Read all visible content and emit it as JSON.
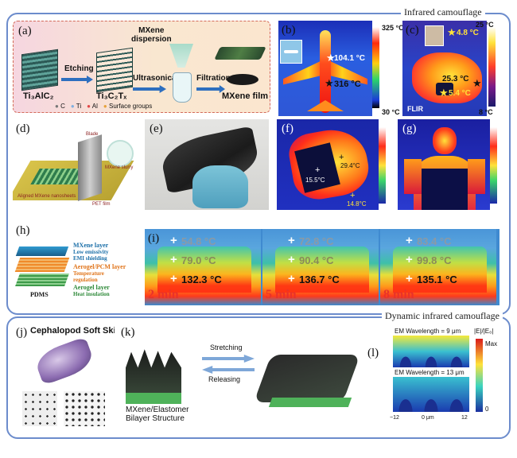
{
  "top_section": {
    "title": "Infrared camouflage"
  },
  "bottom_section": {
    "title": "Dynamic infrared camouflage"
  },
  "panels": {
    "a": {
      "label": "(a)",
      "mxene_dispersion": "MXene\ndispersion",
      "ti3alc2": "Ti₃AlC₂",
      "etching": "Etching",
      "ti3c2tx": "Ti₃C₂Tₓ",
      "ultrasonication": "Ultrasonication",
      "filtration": "Filtration",
      "film": "MXene film",
      "legend": [
        "C",
        "Ti",
        "Al",
        "Surface groups"
      ]
    },
    "b": {
      "label": "(b)",
      "hot1": "104.1 °C",
      "hot2": "316 °C",
      "max": "325 °C",
      "min": "30 °C"
    },
    "c": {
      "label": "(c)",
      "t1": "4.8 °C",
      "t2": "25.3 °C",
      "t3": "5.4 °C",
      "max": "25 °C",
      "min": "8 °C",
      "brand": "FLIR"
    },
    "d": {
      "label": "(d)",
      "blade": "Blade",
      "slurry": "MXene slurry",
      "aligned": "Aligned MXene nanosheets",
      "film": "PET film"
    },
    "e": {
      "label": "(e)"
    },
    "f": {
      "label": "(f)",
      "t1": "15.5°C",
      "t2": "29.4°C",
      "t3": "14.8°C"
    },
    "g": {
      "label": "(g)"
    },
    "h": {
      "label": "(h)",
      "mxene_layer": "MXene layer",
      "low_em": "Low emissivity",
      "emi": "EMI shielding",
      "pcm_layer": "Aerogel/PCM layer",
      "temp": "Temperature",
      "reg": "regulation",
      "aerogel_layer": "Aerogel layer",
      "heat": "Heat insulation",
      "pdms": "PDMS"
    },
    "i": {
      "label": "(i)",
      "frames": [
        {
          "t1": "54.8 °C",
          "t2": "79.0 °C",
          "t3": "132.3 °C",
          "time": "2 min"
        },
        {
          "t1": "72.8 °C",
          "t2": "90.4 °C",
          "t3": "136.7 °C",
          "time": "5 min"
        },
        {
          "t1": "83.4 °C",
          "t2": "99.8 °C",
          "t3": "135.1 °C",
          "time": "8 min"
        }
      ]
    },
    "j": {
      "label": "(j)",
      "title": "Cephalopod Soft Skin"
    },
    "k": {
      "label": "(k)",
      "structure": "MXene/Elastomer\nBilayer Structure",
      "stretching": "Stretching",
      "releasing": "Releasing"
    },
    "l": {
      "label": "(l)",
      "wl1": "EM Wavelength = 9 μm",
      "wl2": "EM Wavelength = 13 μm",
      "cb_title": "|E|/|E₀|",
      "max": "Max",
      "min": "0",
      "ticks": [
        "−12",
        "0 μm",
        "12"
      ]
    }
  },
  "colors": {
    "frame": "#6c8ccc",
    "thermal_hot": "#ff3a1a",
    "thermal_cold": "#1a2fd0",
    "time_red": "#e8332a"
  }
}
